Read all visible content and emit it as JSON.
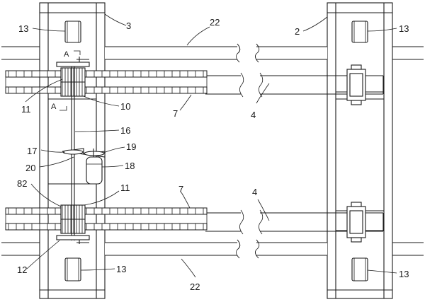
{
  "diagram": {
    "labels": {
      "l3": "3",
      "l2": "2",
      "l22_top": "22",
      "l22_bottom": "22",
      "l13_tl": "13",
      "l13_tr": "13",
      "l13_bl": "13",
      "l13_br": "13",
      "l11_top": "11",
      "l11_bottom": "11",
      "l10": "10",
      "l7_top": "7",
      "l7_bottom": "7",
      "l4_top": "4",
      "l4_bottom": "4",
      "l16": "16",
      "l17": "17",
      "l19": "19",
      "l20": "20",
      "l18": "18",
      "l82": "82",
      "l12": "12"
    },
    "section_marks": {
      "upper": "A",
      "lower": "A"
    }
  }
}
